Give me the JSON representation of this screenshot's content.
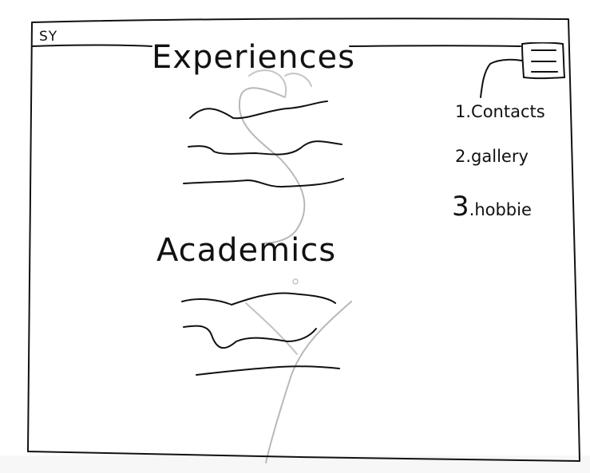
{
  "header": {
    "logo_text": "SY"
  },
  "nav": {
    "menu_icon": "hamburger-menu-icon",
    "items": [
      {
        "number": "1",
        "label": ".Contacts"
      },
      {
        "number": "2",
        "label": ".gallery"
      },
      {
        "number": "3",
        "label": ".hobbie"
      }
    ]
  },
  "main": {
    "sections": [
      {
        "title": "Experiences"
      },
      {
        "title": "Academics"
      }
    ]
  },
  "colors": {
    "ink": "#111111",
    "pencil_gray": "#b8b8b8",
    "paper": "#ffffff"
  }
}
